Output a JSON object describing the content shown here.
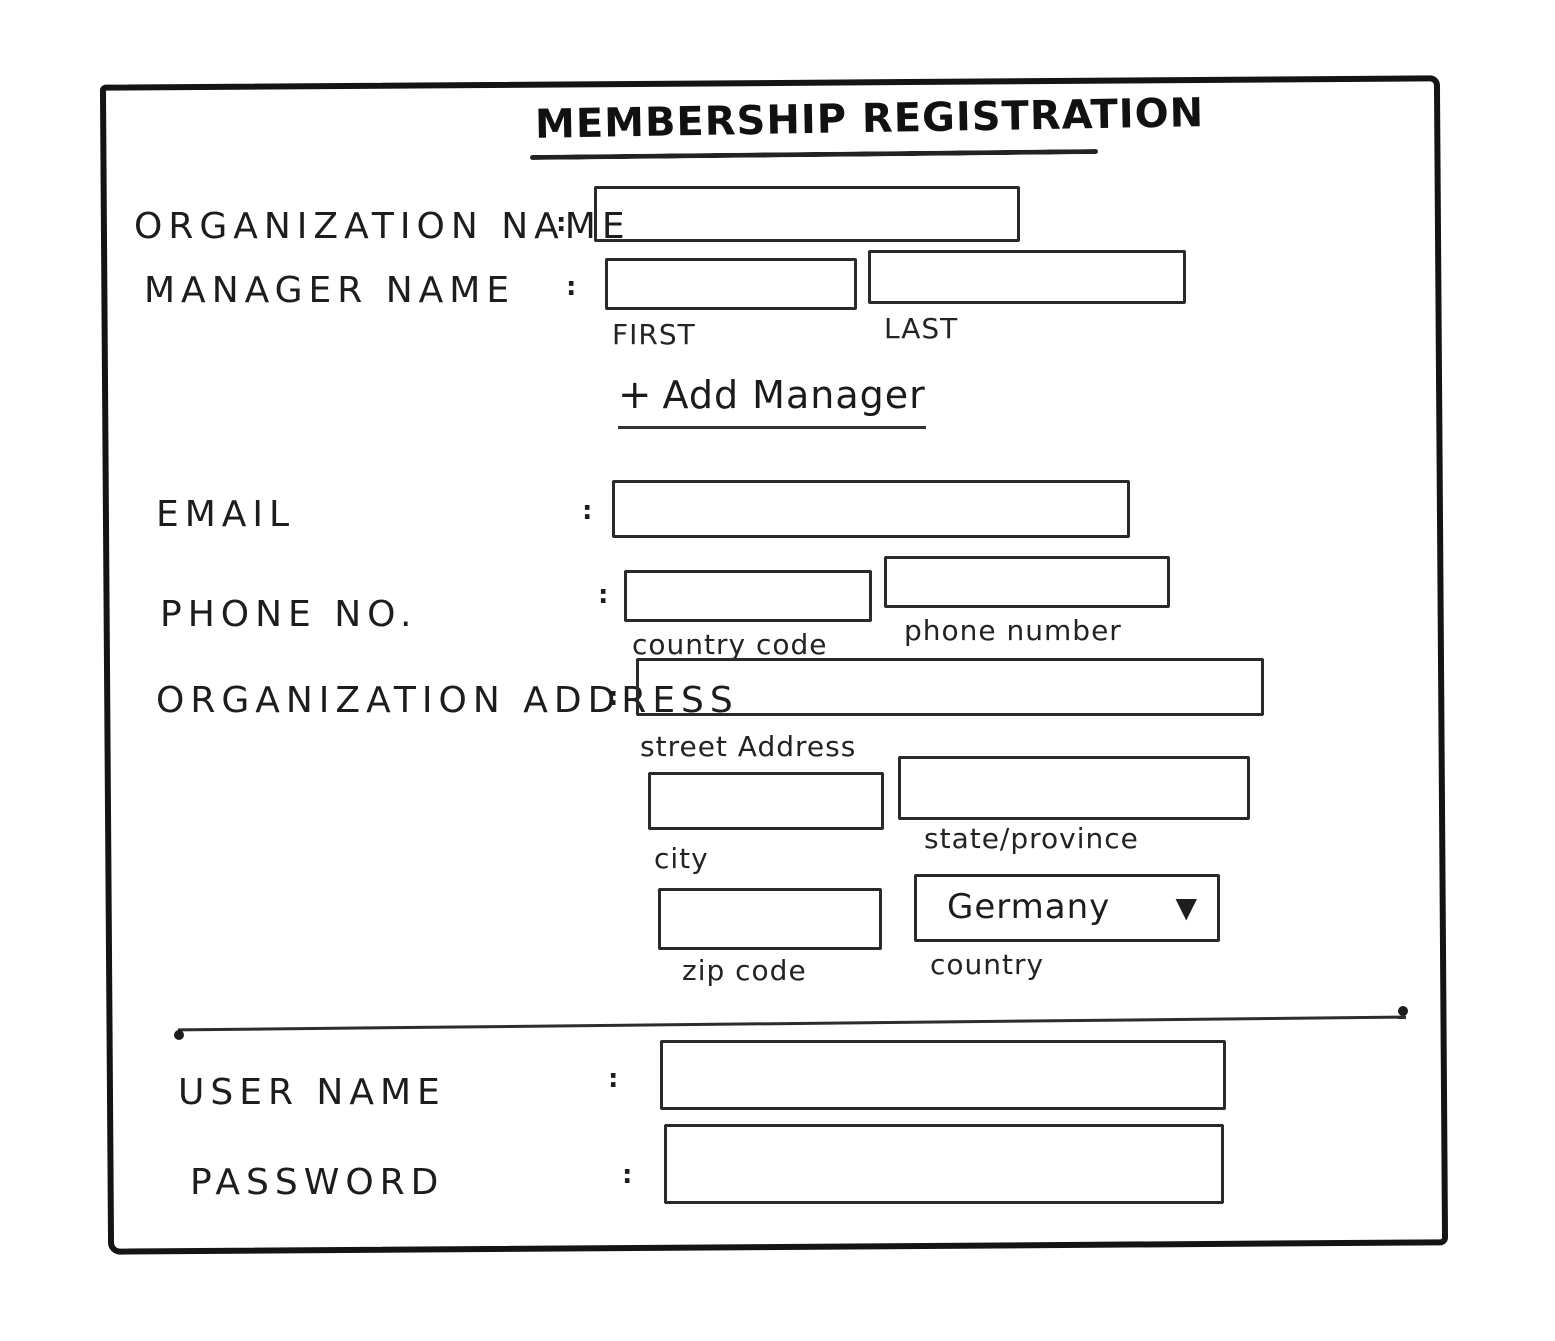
{
  "form": {
    "title": "MEMBERSHIP REGISTRATION",
    "colon": ":",
    "fields": {
      "organization_name": {
        "label": "ORGANIZATION NAME"
      },
      "manager_name": {
        "label": "MANAGER NAME",
        "first_caption": "FIRST",
        "last_caption": "LAST"
      },
      "add_manager": {
        "plus": "+",
        "label": "Add Manager"
      },
      "email": {
        "label": "EMAIL"
      },
      "phone": {
        "label": "PHONE NO.",
        "country_code_caption": "country code",
        "phone_number_caption": "phone number"
      },
      "address": {
        "label": "ORGANIZATION ADDRESS",
        "street_caption": "street Address",
        "city_caption": "city",
        "state_caption": "state/province",
        "zip_caption": "zip code",
        "country_caption": "country",
        "country_value": "Germany",
        "country_arrow": "▼"
      },
      "user_name": {
        "label": "USER NAME"
      },
      "password": {
        "label": "PASSWORD"
      }
    }
  }
}
